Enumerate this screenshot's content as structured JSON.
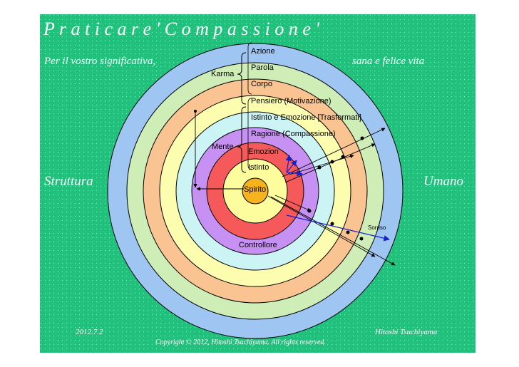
{
  "slide": {
    "title": "P r a t i c a r e  ' C o m p a s s i o n e '",
    "subtitle_left": "Per il vostro significativa,",
    "subtitle_right": "sana e felice vita",
    "struttura": "Struttura",
    "umano": "Umano",
    "date": "2012.7.2",
    "author": "Hitoshi Tsuchiyama",
    "copyright": "Copyright © 2012, Hitoshi Tsuchiyama. All rights reserved."
  },
  "layers": {
    "azione": "Azione",
    "parola": "Parola",
    "corpo": "Corpo",
    "pensiero": "Pensiero (Motivazione)",
    "istinto_emozione": "Istinto e Emozione [Trasformati]",
    "ragione": "Ragione (Compassione)",
    "emozion": "Emozion",
    "istinto": "Istinto",
    "spirito": "Spirito",
    "controllore": "Controllore",
    "sorriso": "Sorriso"
  },
  "groups": {
    "karma": "Karma",
    "mente": "Mente"
  },
  "colors": {
    "background": "#21c07d",
    "ring_blue": "#9fc5f3",
    "ring_green": "#cfeeb7",
    "ring_orange": "#f9c392",
    "ring_yellow": "#fdfdb0",
    "ring_cyan": "#cdf4f5",
    "ring_purple": "#c691f3",
    "ring_red": "#f55959",
    "ring_lightyellow": "#fdfd9d",
    "center_orange": "#f6b31d",
    "arrow_blue": "#1420d0"
  }
}
